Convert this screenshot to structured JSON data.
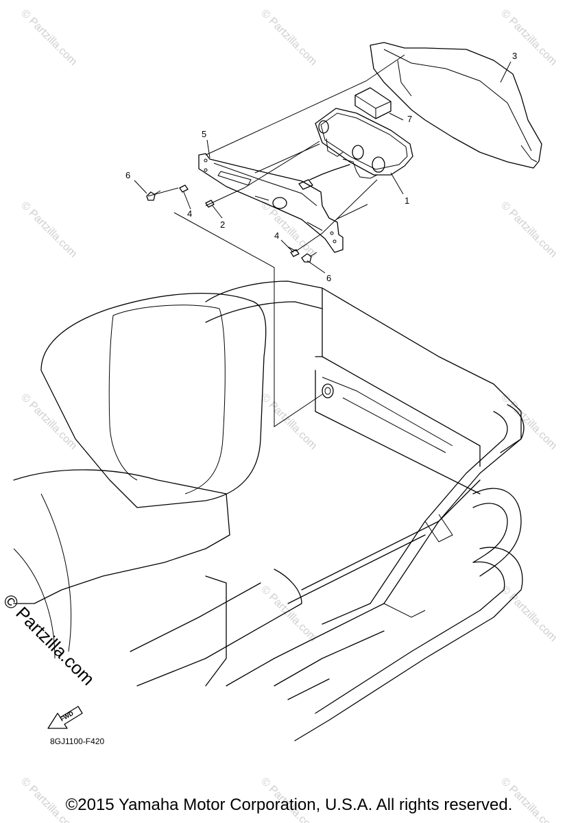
{
  "diagram": {
    "callouts": [
      "1",
      "2",
      "3",
      "4",
      "4",
      "5",
      "6",
      "6",
      "7"
    ],
    "fwd_label": "FWD",
    "part_code": "8GJ1100-F420"
  },
  "watermark": {
    "small": "© Partzilla.com",
    "large": "© Partzilla.com"
  },
  "footer": {
    "copyright": "©2015 Yamaha Motor Corporation, U.S.A. All rights reserved."
  }
}
